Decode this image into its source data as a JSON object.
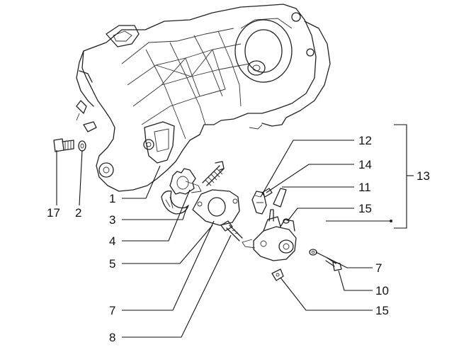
{
  "callouts": [
    {
      "id": "12",
      "text": "12"
    },
    {
      "id": "14",
      "text": "14"
    },
    {
      "id": "11",
      "text": "11"
    },
    {
      "id": "15a",
      "text": "15"
    },
    {
      "id": "13",
      "text": "13"
    },
    {
      "id": "1",
      "text": "1"
    },
    {
      "id": "3",
      "text": "3"
    },
    {
      "id": "4",
      "text": "4"
    },
    {
      "id": "5",
      "text": "5"
    },
    {
      "id": "7a",
      "text": "7"
    },
    {
      "id": "7b",
      "text": "7"
    },
    {
      "id": "8",
      "text": "8"
    },
    {
      "id": "10",
      "text": "10"
    },
    {
      "id": "15b",
      "text": "15"
    },
    {
      "id": "17",
      "text": "17"
    },
    {
      "id": "2",
      "text": "2"
    }
  ],
  "icons": {
    "crankcase": "crankcase-housing-drawing",
    "gear": "drive-gear-drawing",
    "pump": "oil-pump-drawing"
  }
}
